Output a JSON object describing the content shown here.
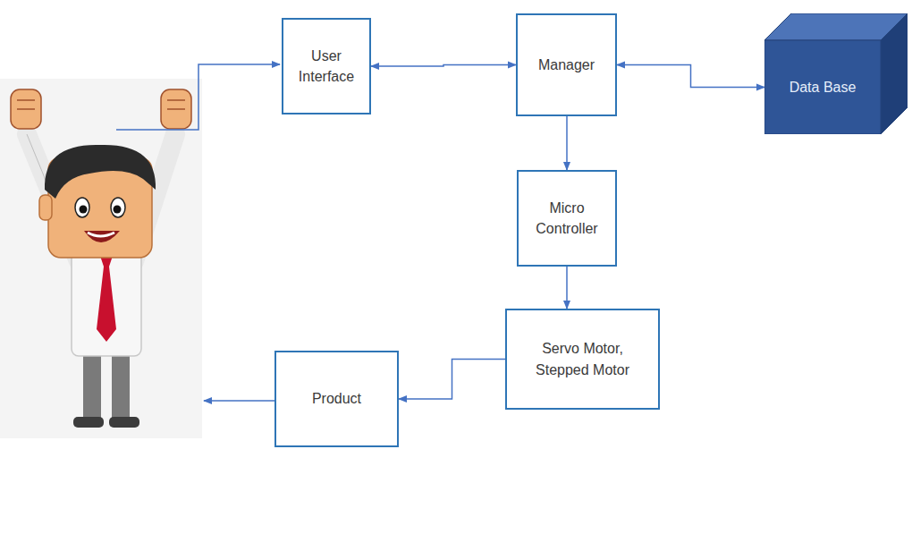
{
  "diagram": {
    "nodes": [
      {
        "text": [
          "User Interface"
        ]
      },
      {
        "text": [
          "Manager"
        ]
      },
      {
        "text": [
          "Data Base"
        ]
      },
      {
        "text": [
          "Micro Controller"
        ]
      },
      {
        "text": [
          "Servo Motor, Stepped Motor"
        ]
      },
      {
        "text": [
          "Product"
        ]
      }
    ],
    "edges": [
      {
        "from": 0,
        "to": 1,
        "arrow": "both"
      },
      {
        "from": 1,
        "to": 2,
        "arrow": "both"
      },
      {
        "from": 1,
        "to": 3,
        "arrow": "to"
      },
      {
        "from": 3,
        "to": 4,
        "arrow": "to"
      },
      {
        "from": 4,
        "to": 5,
        "arrow": "to"
      }
    ]
  }
}
